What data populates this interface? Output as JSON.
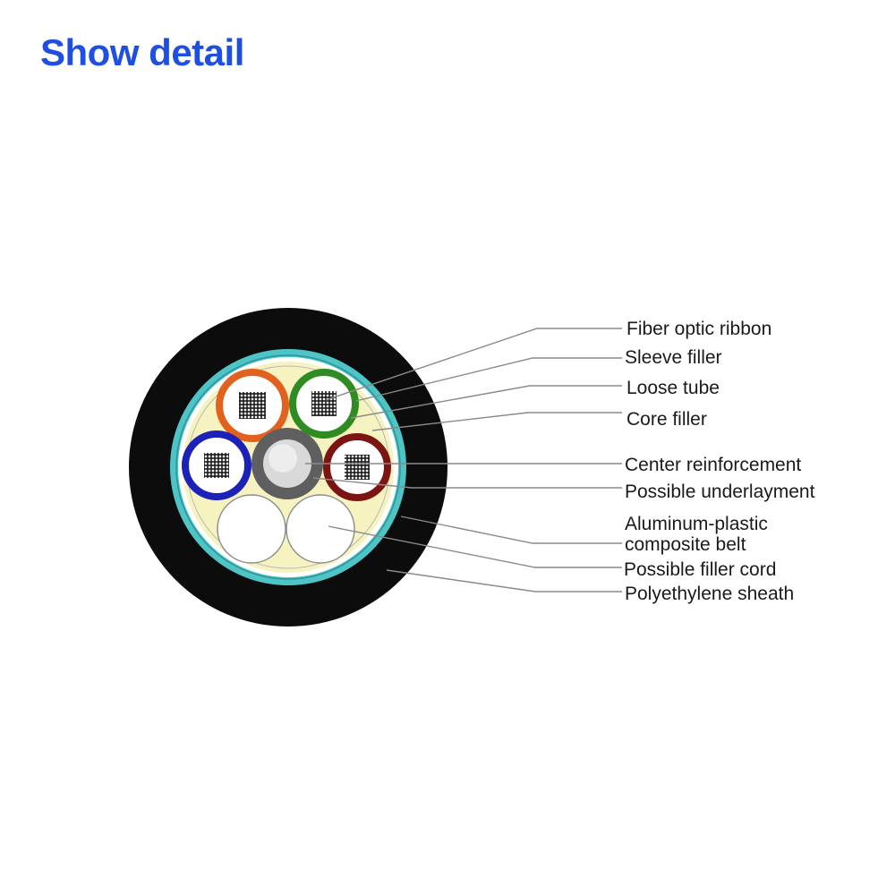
{
  "header": {
    "title": "Show detail",
    "title_color": "#1f4fe0"
  },
  "diagram": {
    "labels": {
      "fiber_optic_ribbon": "Fiber optic ribbon",
      "sleeve_filler": "Sleeve filler",
      "loose_tube": "Loose tube",
      "core_filler": "Core filler",
      "center_reinforcement": "Center reinforcement",
      "possible_underlayment": "Possible underlayment",
      "aluminum_plastic_line1": "Aluminum-plastic",
      "aluminum_plastic_line2": "composite belt",
      "possible_filler_cord": "Possible filler cord",
      "polyethylene_sheath": "Polyethylene sheath"
    },
    "colors": {
      "sheath": "#0c0c0c",
      "composite_belt": "#4fc4c6",
      "core_filler": "#f7f3c0",
      "tube_orange": "#e0621e",
      "tube_green": "#2e8c22",
      "tube_blue": "#1c22b8",
      "tube_maroon": "#7c1414",
      "center_member": "#5f5f5f"
    }
  }
}
